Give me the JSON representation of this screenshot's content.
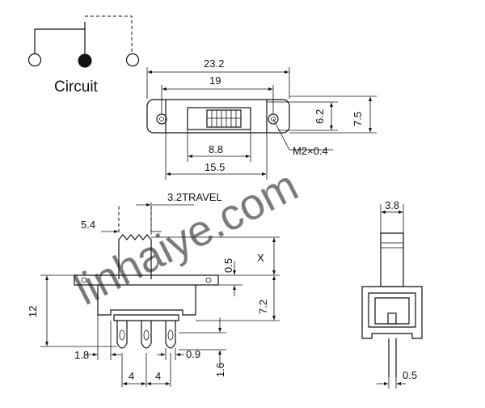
{
  "circuit": {
    "label": "Circuit"
  },
  "top_view": {
    "overall_length": "23.2",
    "hole_spacing": "19",
    "height_outer": "7.5",
    "height_inner": "6.2",
    "mount_hole": "M2×0.4",
    "slot_length": "8.8",
    "body_length": "15.5"
  },
  "side_view": {
    "travel": "3.2TRAVEL",
    "actuator_width": "5.4",
    "actuator_offset": "0.5",
    "actuator_height": "X",
    "body_height_upper": "7.2",
    "total_height": "12",
    "terminal_pitch_1": "4",
    "terminal_pitch_2": "4",
    "edge_offset": "1.8",
    "terminal_width": "0.9",
    "terminal_length": "1.6"
  },
  "end_view": {
    "actuator_width": "3.8",
    "terminal_thickness": "0.5"
  },
  "watermark": {
    "text": "linhaiye.com"
  },
  "colors": {
    "line": "#111111",
    "watermark": "#6a78c8"
  }
}
